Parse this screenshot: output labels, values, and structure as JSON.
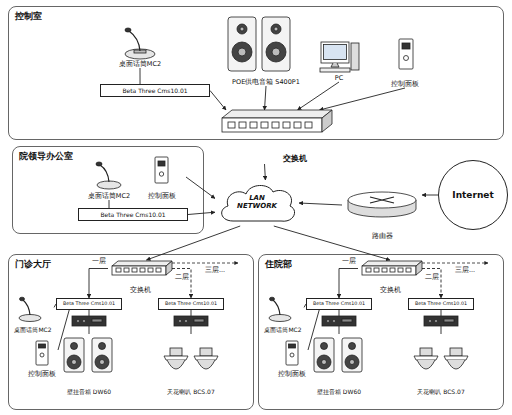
{
  "diagram": {
    "nodes": [
      {
        "text": [
          "控制室"
        ]
      },
      {
        "text": [
          "桌面话筒MC2"
        ],
        "in": 0
      },
      {
        "text": [
          "Beta Three Cms10.01"
        ],
        "in": 0
      },
      {
        "text": [
          "POE供电音箱 S400P1"
        ],
        "in": 0
      },
      {
        "text": [
          "PC"
        ],
        "in": 0
      },
      {
        "text": [
          "控制面板"
        ],
        "in": 0
      },
      {
        "text": [
          "交换机"
        ]
      },
      {
        "text": [
          "院领导办公室"
        ]
      },
      {
        "text": [
          "桌面话筒MC2"
        ],
        "in": 7
      },
      {
        "text": [
          "控制面板"
        ],
        "in": 7
      },
      {
        "text": [
          "Beta Three Cms10.01"
        ],
        "in": 7
      },
      {
        "text": [
          "LAN NETWORK"
        ]
      },
      {
        "text": [
          "路由器"
        ]
      },
      {
        "text": [
          "Internet"
        ]
      },
      {
        "text": [
          "门诊大厅"
        ]
      },
      {
        "text": [
          "交换机"
        ],
        "in": 14
      },
      {
        "text": [
          "Beta Three Cms10.01"
        ],
        "in": 14
      },
      {
        "text": [
          "Beta Three Cms10.01"
        ],
        "in": 14
      },
      {
        "text": [
          "桌面话筒MC2"
        ],
        "in": 14
      },
      {
        "text": [
          "控制面板"
        ],
        "in": 14
      },
      {
        "text": [
          "壁挂音箱 DW60"
        ],
        "in": 14
      },
      {
        "text": [
          "天花喇叭 BCS.07"
        ],
        "in": 14
      },
      {
        "text": [
          "住院部"
        ]
      },
      {
        "text": [
          "交换机"
        ],
        "in": 22
      },
      {
        "text": [
          "Beta Three Cms10.01"
        ],
        "in": 22
      },
      {
        "text": [
          "Beta Three Cms10.01"
        ],
        "in": 22
      },
      {
        "text": [
          "桌面话筒MC2"
        ],
        "in": 22
      },
      {
        "text": [
          "控制面板"
        ],
        "in": 22
      },
      {
        "text": [
          "壁挂音箱 DW60"
        ],
        "in": 22
      },
      {
        "text": [
          "天花喇叭 BCS.07"
        ],
        "in": 22
      }
    ],
    "edges": [
      {
        "from": 1,
        "to": 2,
        "arrow": "none"
      },
      {
        "from": 2,
        "to": 6,
        "arrow": "to"
      },
      {
        "from": 3,
        "to": 6,
        "arrow": "to"
      },
      {
        "from": 4,
        "to": 6,
        "arrow": "to"
      },
      {
        "from": 5,
        "to": 6,
        "arrow": "to"
      },
      {
        "from": 6,
        "to": 11,
        "arrow": "to"
      },
      {
        "from": 8,
        "to": 10,
        "arrow": "none"
      },
      {
        "from": 10,
        "to": 11,
        "arrow": "to"
      },
      {
        "from": 9,
        "to": 11,
        "arrow": "to"
      },
      {
        "from": 12,
        "to": 11,
        "arrow": "to"
      },
      {
        "from": 13,
        "to": 12,
        "arrow": "to"
      },
      {
        "from": 11,
        "to": 15,
        "arrow": "to"
      },
      {
        "from": 11,
        "to": 23,
        "arrow": "to"
      },
      {
        "from": 15,
        "to": 16,
        "arrow": "to",
        "label": "一层"
      },
      {
        "from": 15,
        "to": 17,
        "arrow": "to",
        "label": "二层"
      },
      {
        "from": 18,
        "to": 16,
        "arrow": "none"
      },
      {
        "from": 19,
        "to": 16,
        "arrow": "none"
      },
      {
        "from": 16,
        "to": 20,
        "arrow": "none"
      },
      {
        "from": 17,
        "to": 21,
        "arrow": "none"
      },
      {
        "from": 23,
        "to": 24,
        "arrow": "to",
        "label": "一层"
      },
      {
        "from": 23,
        "to": 25,
        "arrow": "to",
        "label": "二层"
      },
      {
        "from": 26,
        "to": 24,
        "arrow": "none"
      },
      {
        "from": 27,
        "to": 24,
        "arrow": "none"
      },
      {
        "from": 24,
        "to": 28,
        "arrow": "none"
      },
      {
        "from": 25,
        "to": 29,
        "arrow": "none"
      }
    ],
    "labels": [
      "三层...",
      "三层..."
    ]
  }
}
